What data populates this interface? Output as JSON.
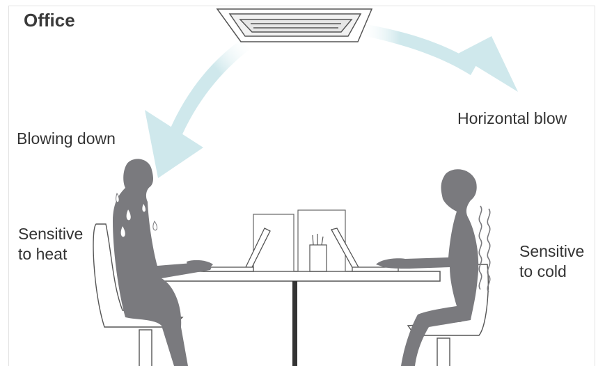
{
  "title": "Office",
  "labels": {
    "blowing_down": "Blowing down",
    "horizontal_blow": "Horizontal blow",
    "sensitive_heat": [
      "Sensitive",
      "to heat"
    ],
    "sensitive_cold": [
      "Sensitive",
      "to cold"
    ]
  },
  "colors": {
    "silhouette": "#7a7a7e",
    "airflow": "#cfe8ec",
    "outline": "#555555",
    "table_leg": "#333333"
  }
}
